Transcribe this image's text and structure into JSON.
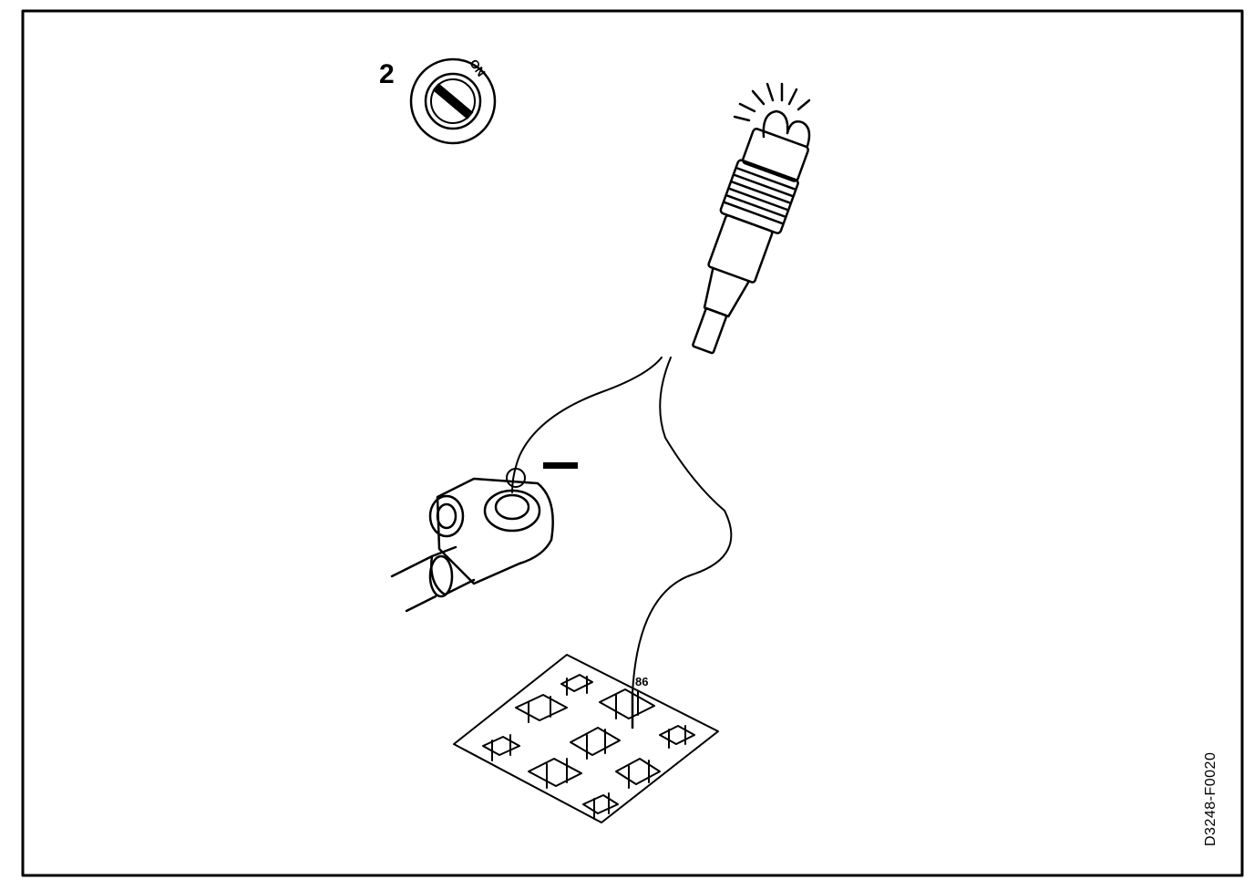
{
  "step_number": "2",
  "ignition_label": "ON",
  "terminal_label": "86",
  "figure_code": "D3248-F0020",
  "colors": {
    "ink": "#000000",
    "paper": "#ffffff"
  }
}
